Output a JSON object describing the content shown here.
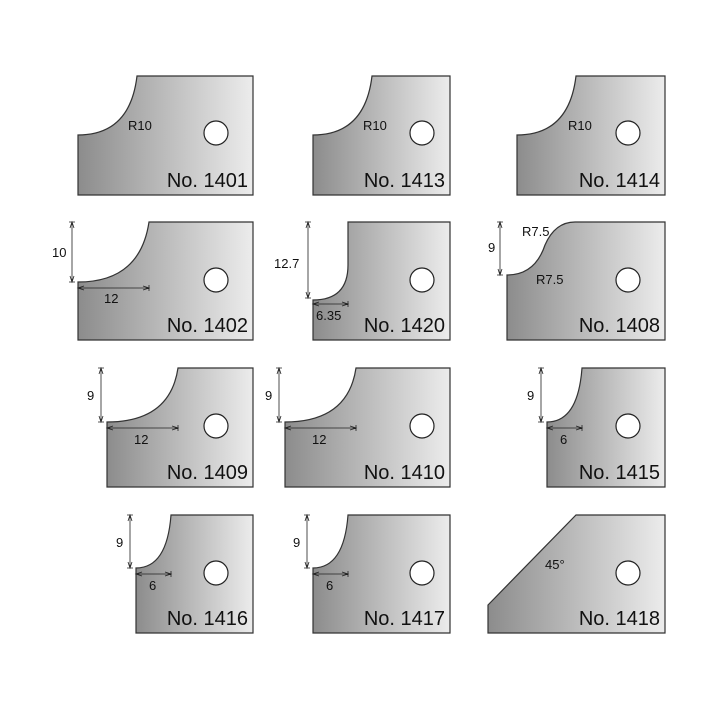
{
  "profiles": [
    {
      "label": "No. 1401",
      "dims": [
        "R10"
      ]
    },
    {
      "label": "No. 1413",
      "dims": [
        "R10"
      ]
    },
    {
      "label": "No. 1414",
      "dims": [
        "R10"
      ]
    },
    {
      "label": "No. 1402",
      "dims": [
        "10",
        "12"
      ]
    },
    {
      "label": "No. 1420",
      "dims": [
        "12.7",
        "6.35"
      ]
    },
    {
      "label": "No. 1408",
      "dims": [
        "9",
        "R7.5",
        "R7.5"
      ]
    },
    {
      "label": "No. 1409",
      "dims": [
        "9",
        "12"
      ]
    },
    {
      "label": "No. 1410",
      "dims": [
        "9",
        "12"
      ]
    },
    {
      "label": "No. 1415",
      "dims": [
        "9",
        "6"
      ]
    },
    {
      "label": "No. 1416",
      "dims": [
        "9",
        "6"
      ]
    },
    {
      "label": "No. 1417",
      "dims": [
        "9",
        "6"
      ]
    },
    {
      "label": "No. 1418",
      "dims": [
        "45°"
      ]
    }
  ],
  "colors": {
    "dark": "#8c8c8c",
    "light": "#ececec"
  }
}
